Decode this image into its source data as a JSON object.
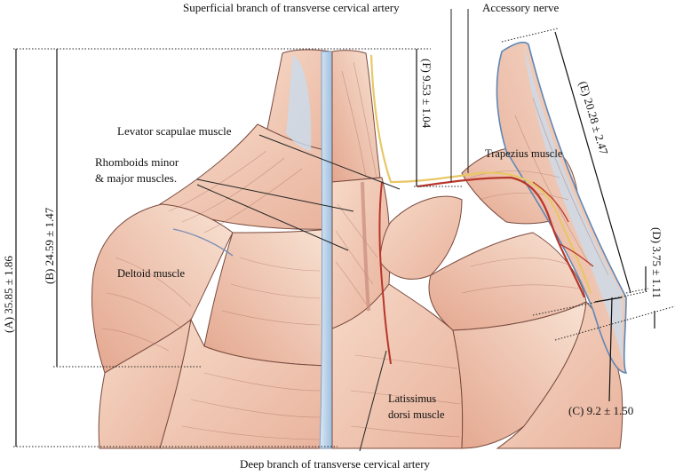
{
  "labels": {
    "superficial_branch": "Superficial branch of transverse cervical artery",
    "accessory_nerve": "Accessory nerve",
    "levator_scapulae": "Levator scapulae muscle",
    "rhomboids_line1": "Rhomboids minor",
    "rhomboids_line2": "& major muscles.",
    "trapezius": "Trapezius muscle",
    "deltoid": "Deltoid muscle",
    "latissimus_line1": "Latissimus",
    "latissimus_line2": "dorsi muscle",
    "deep_branch": "Deep branch of transverse cervical artery"
  },
  "measurements": {
    "A": "(A) 35.85 ± 1.86",
    "B": "(B) 24.59 ± 1.47",
    "C": "(C) 9.2 ± 1.50",
    "D": "(D) 3.75 ± 1.11",
    "E": "(E) 20.28 ± 2.47",
    "F": "(F) 9.53 ± 1.04"
  },
  "colors": {
    "muscle_fill": "#f2c9b4",
    "muscle_shade": "#e7ad96",
    "fascia_blue": "#8fb4d8",
    "artery": "#b8362a",
    "nerve": "#e8c766"
  }
}
